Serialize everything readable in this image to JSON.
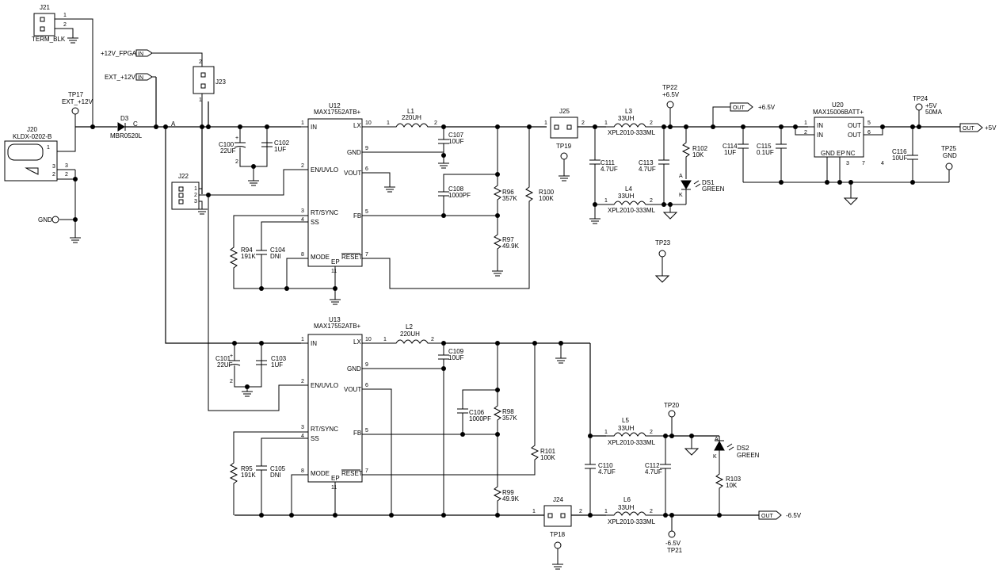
{
  "labels": {
    "j21": "J21",
    "j21_p1": "1",
    "j21_p2": "2",
    "term_blk": "TERM_BLK",
    "net_12v_fpga": "+12V_FPGA",
    "net_ext_12v": "EXT_+12V",
    "in_tag": "IN",
    "j23": "J23",
    "j23_p1": "1",
    "j23_p2": "2",
    "j20": "J20",
    "j20_part": "KLDX-0202-B",
    "j20_p1": "1",
    "j20_p2": "2",
    "j20_p3": "3",
    "tp17": "TP17",
    "tp17_val": "EXT_+12V",
    "d3": "D3",
    "d3_part": "MBR0520L",
    "d3_c": "C",
    "d3_a": "A",
    "gnd_label": "GND",
    "c100": "C100",
    "c100_val": "22UF",
    "c102": "C102",
    "c102_val": "1UF",
    "c101": "C101",
    "c101_val": "22UF",
    "c103": "C103",
    "c103_val": "1UF",
    "plus": "+",
    "n1": "1",
    "n2": "2",
    "n3": "3",
    "n4": "4",
    "n5": "5",
    "n6": "6",
    "n7": "7",
    "n8": "8",
    "n9": "9",
    "n10": "10",
    "n11": "11",
    "j22": "J22",
    "u12": "U12",
    "u12_part": "MAX17552ATB+",
    "u13": "U13",
    "u13_part": "MAX17552ATB+",
    "pin_in": "IN",
    "pin_lx": "LX",
    "pin_gnd": "GND",
    "pin_enuvlo": "EN/UVLO",
    "pin_vout": "VOUT",
    "pin_rtsync": "RT/SYNC",
    "pin_ss": "SS",
    "pin_fb": "FB",
    "pin_mode": "MODE",
    "pin_ep": "EP",
    "pin_reset": "RESET",
    "r94": "R94",
    "r94_val": "191K",
    "c104": "C104",
    "c104_val": "DNI",
    "r95": "R95",
    "r95_val": "191K",
    "c105": "C105",
    "c105_val": "DNI",
    "l1": "L1",
    "l1_val": "220UH",
    "l2": "L2",
    "l2_val": "220UH",
    "c107": "C107",
    "c107_val": "10UF",
    "c108": "C108",
    "c108_val": "1000PF",
    "c109": "C109",
    "c109_val": "10UF",
    "c106": "C106",
    "c106_val": "1000PF",
    "r96": "R96",
    "r96_val": "357K",
    "r97": "R97",
    "r97_val": "49.9K",
    "r98": "R98",
    "r98_val": "357K",
    "r99": "R99",
    "r99_val": "49.9K",
    "r100": "R100",
    "r100_val": "100K",
    "r101": "R101",
    "r101_val": "100K",
    "j25": "J25",
    "tp19": "TP19",
    "j24": "J24",
    "tp18": "TP18",
    "c111": "C111",
    "c111_val": "4.7UF",
    "c113": "C113",
    "c113_val": "4.7UF",
    "c110": "C110",
    "c110_val": "4.7UF",
    "c112": "C112",
    "c112_val": "4.7UF",
    "l3": "L3",
    "l3_val": "33UH",
    "l3_part": "XPL2010-333ML",
    "l4": "L4",
    "l4_val": "33UH",
    "l4_part": "XPL2010-333ML",
    "l5": "L5",
    "l5_val": "33UH",
    "l5_part": "XPL2010-333ML",
    "l6": "L6",
    "l6_val": "33UH",
    "l6_part": "XPL2010-333ML",
    "tp22": "TP22",
    "tp22_val": "+6.5V",
    "tp23": "TP23",
    "tp20": "TP20",
    "tp21": "TP21",
    "tp21_val": "-6.5V",
    "r102": "R102",
    "r102_val": "10K",
    "ds1": "DS1",
    "ds1_val": "GREEN",
    "r103": "R103",
    "r103_val": "10K",
    "ds2": "DS2",
    "ds2_val": "GREEN",
    "led_a": "A",
    "led_k": "K",
    "out_tag": "OUT",
    "net_p65": "+6.5V",
    "net_m65": "-6.5V",
    "net_p5": "+5V",
    "c114": "C114",
    "c114_val": "1UF",
    "c115": "C115",
    "c115_val": "0.1UF",
    "c116": "C116",
    "c116_val": "10UF",
    "u20": "U20",
    "u20_part": "MAX15006BATT+",
    "pin_out": "OUT",
    "pin_nc": "NC",
    "tp24": "TP24",
    "tp24_val": "+5V",
    "tp24_ma": "50MA",
    "tp25": "TP25",
    "tp25_val": "GND"
  }
}
